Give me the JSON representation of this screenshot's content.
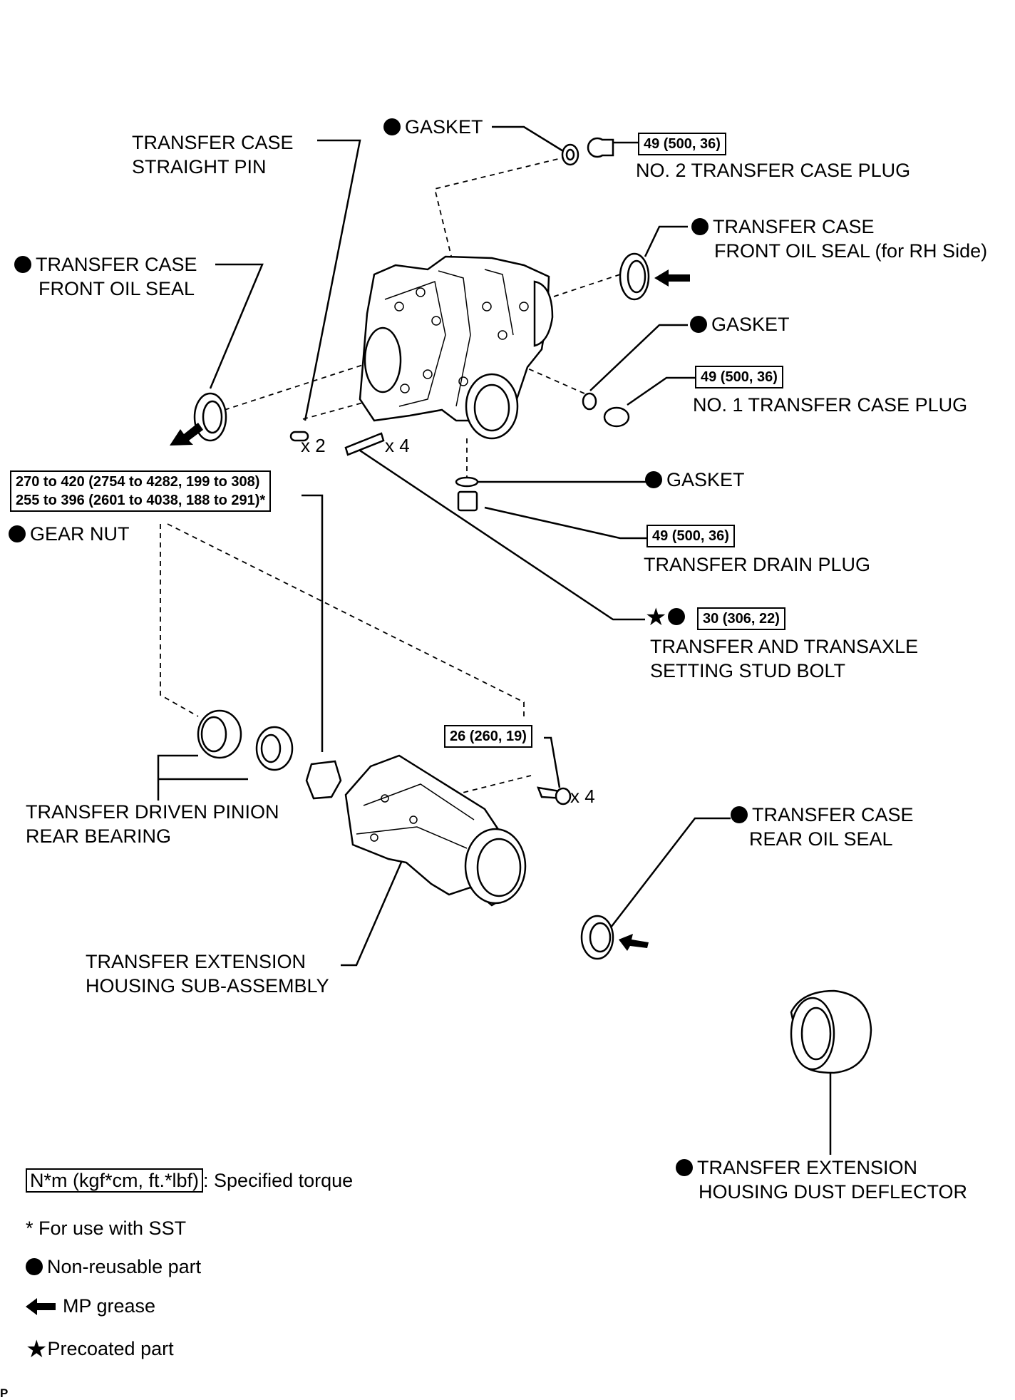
{
  "labels": {
    "straight_pin": [
      "TRANSFER CASE",
      "STRAIGHT PIN"
    ],
    "gasket_top": "GASKET",
    "no2_plug_torque": "49 (500, 36)",
    "no2_plug": "NO. 2 TRANSFER CASE PLUG",
    "front_seal_rh": [
      "TRANSFER CASE",
      "FRONT OIL SEAL (for RH Side)"
    ],
    "front_seal_left": [
      "TRANSFER CASE",
      "FRONT OIL SEAL"
    ],
    "gasket_mid": "GASKET",
    "no1_plug_torque": "49 (500, 36)",
    "no1_plug": "NO. 1 TRANSFER CASE PLUG",
    "x2": "x 2",
    "x4_stud": "x 4",
    "gasket_drain": "GASKET",
    "gear_nut_torque": [
      "270 to 420 (2754 to 4282, 199 to 308)",
      "255 to 396 (2601 to 4038, 188 to 291)*"
    ],
    "gear_nut": "GEAR NUT",
    "drain_plug_torque": "49 (500, 36)",
    "drain_plug": "TRANSFER DRAIN PLUG",
    "stud_torque": "30 (306, 22)",
    "stud_bolt": [
      "TRANSFER AND TRANSAXLE",
      "SETTING STUD BOLT"
    ],
    "ext_bolt_torque": "26 (260, 19)",
    "x4_bolt": "x 4",
    "driven_pinion_bearing": [
      "TRANSFER DRIVEN PINION",
      "REAR BEARING"
    ],
    "rear_seal": [
      "TRANSFER CASE",
      "REAR OIL SEAL"
    ],
    "ext_housing": [
      "TRANSFER EXTENSION",
      "HOUSING SUB-ASSEMBLY"
    ],
    "dust_deflector": [
      "TRANSFER EXTENSION",
      "HOUSING DUST DEFLECTOR"
    ]
  },
  "legend": {
    "torque_box": "N*m (kgf*cm, ft.*lbf)",
    "torque_text": ": Specified torque",
    "sst": "* For use with SST",
    "non_reusable": "Non-reusable part",
    "mp_grease": "MP grease",
    "precoated": "Precoated part"
  },
  "corner_mark": "P",
  "icons": {
    "non_reusable": "filled-circle-icon",
    "grease": "arrow-left-icon",
    "precoated": "star-icon"
  }
}
